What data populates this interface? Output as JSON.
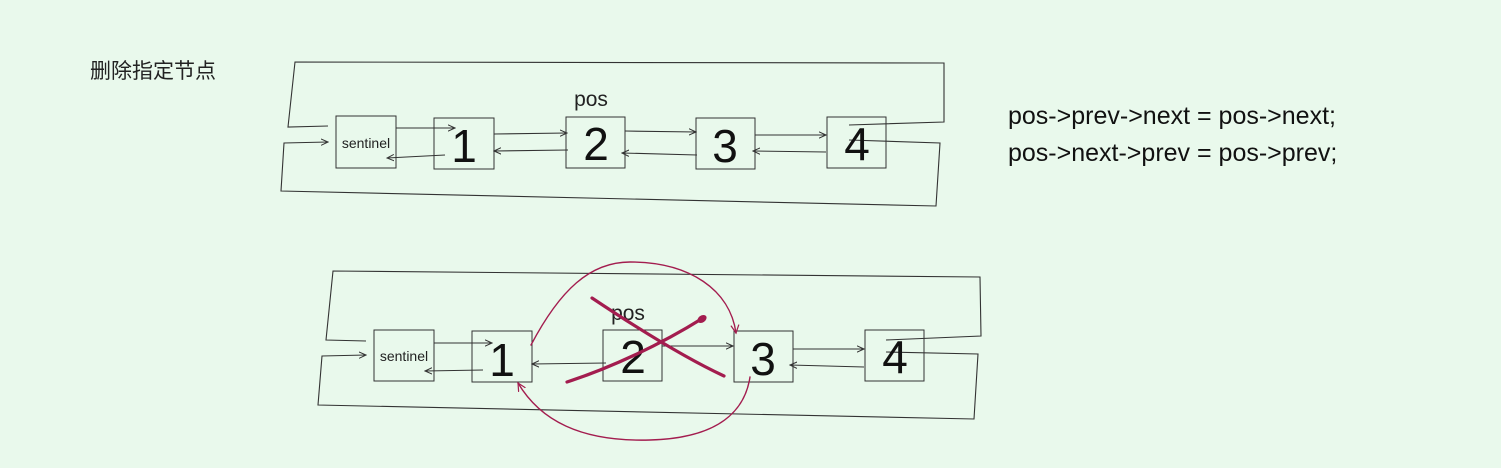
{
  "heading": "删除指定节点",
  "code": {
    "line1": "pos->prev->next = pos->next;",
    "line2": "pos->next->prev = pos->prev;"
  },
  "before": {
    "sentinel": "sentinel",
    "nodes": [
      "1",
      "2",
      "3",
      "4"
    ],
    "pointer_label": "pos"
  },
  "after": {
    "sentinel": "sentinel",
    "nodes": [
      "1",
      "2",
      "3",
      "4"
    ],
    "pointer_label": "pos"
  },
  "colors": {
    "background": "#e9f9ec",
    "annotation": "#a31d4f"
  }
}
